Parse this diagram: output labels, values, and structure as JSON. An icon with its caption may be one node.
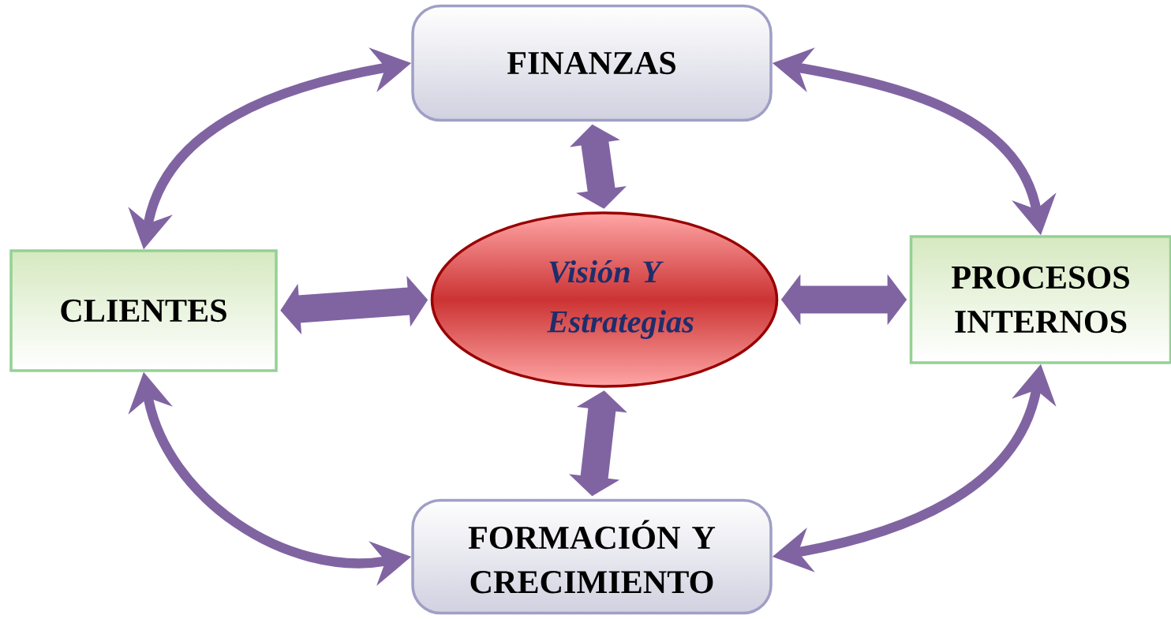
{
  "diagram": {
    "nodes": [
      {
        "text": [
          "FINANZAS"
        ]
      },
      {
        "text": [
          "CLIENTES"
        ]
      },
      {
        "text": [
          "Visión Y Estrategias"
        ]
      },
      {
        "text": [
          "PROCESOS INTERNOS"
        ]
      },
      {
        "text": [
          "FORMACIÓN Y CRECIMIENTO"
        ]
      }
    ],
    "edges": [
      {
        "from": 1,
        "to": 0,
        "arrow": "both"
      },
      {
        "from": 0,
        "to": 3,
        "arrow": "both"
      },
      {
        "from": 3,
        "to": 4,
        "arrow": "both"
      },
      {
        "from": 4,
        "to": 1,
        "arrow": "both"
      },
      {
        "from": 0,
        "to": 2,
        "arrow": "both",
        "style": "thick"
      },
      {
        "from": 1,
        "to": 2,
        "arrow": "both",
        "style": "thick"
      },
      {
        "from": 2,
        "to": 3,
        "arrow": "both",
        "style": "thick"
      },
      {
        "from": 2,
        "to": 4,
        "arrow": "both",
        "style": "thick"
      }
    ]
  }
}
